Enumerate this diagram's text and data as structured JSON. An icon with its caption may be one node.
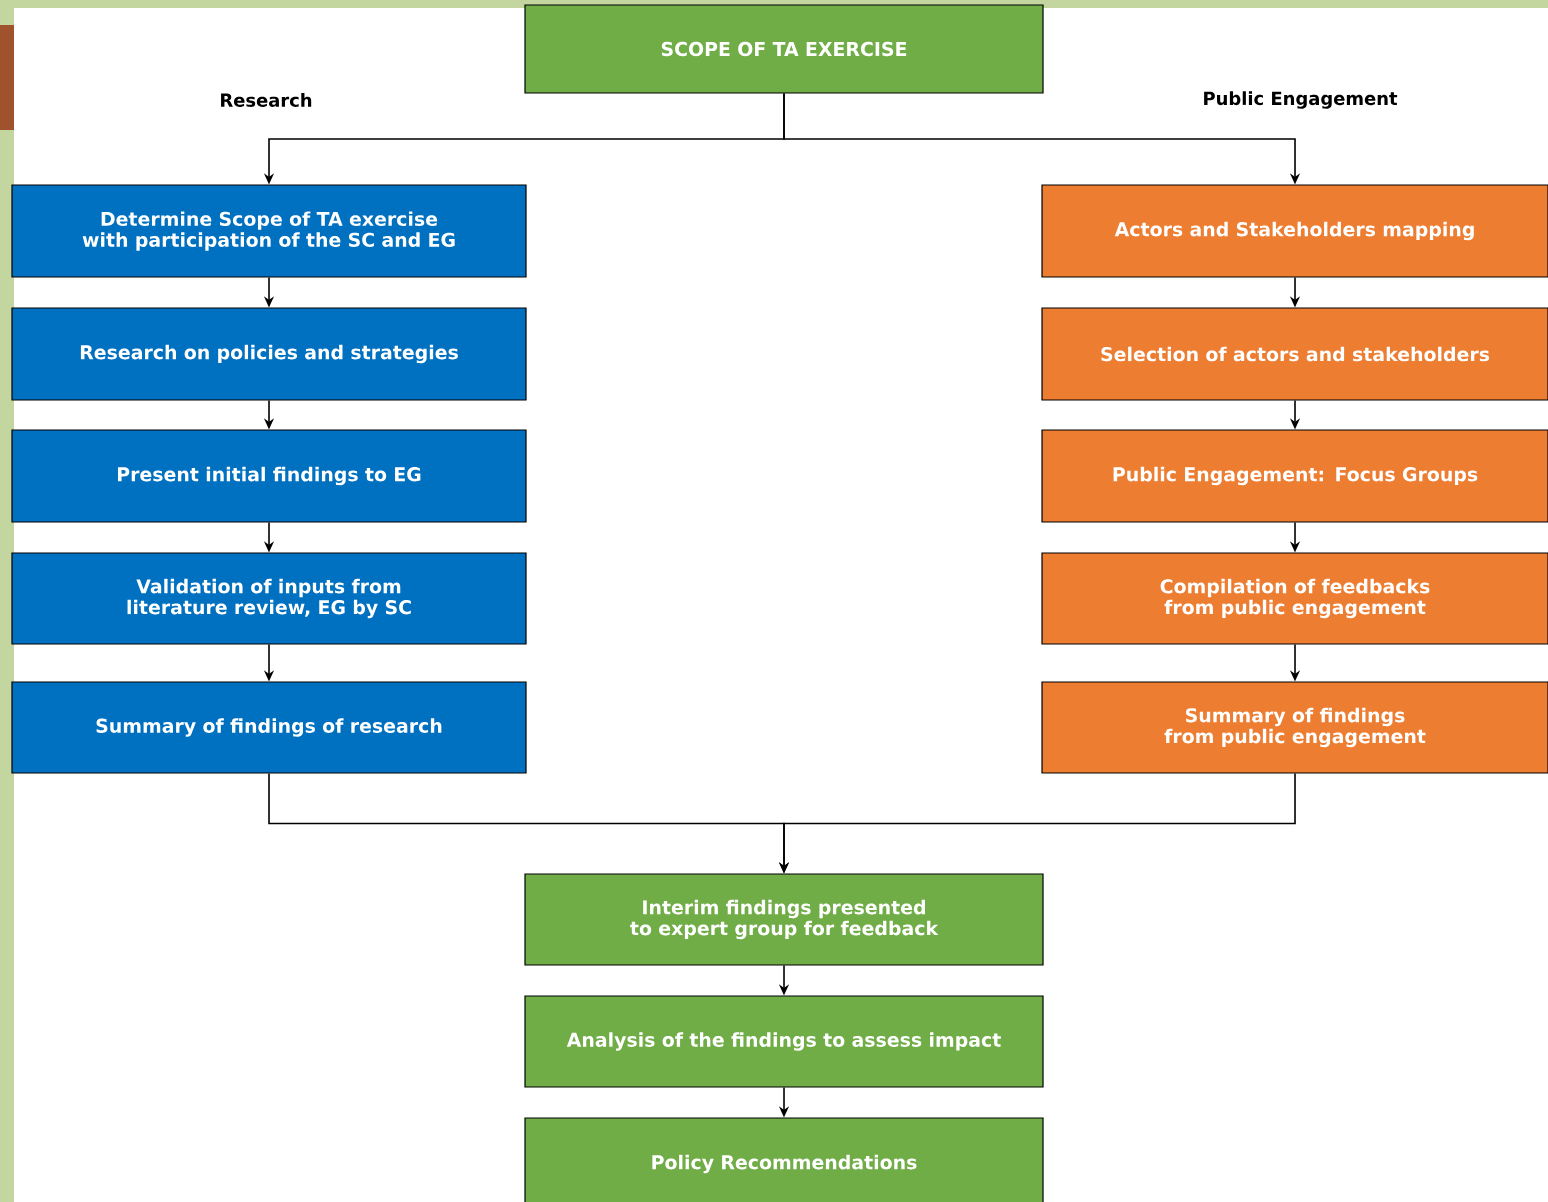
{
  "diagram": {
    "nodes": [
      {
        "text": [
          "SCOPE OF TA EXERCISE"
        ]
      },
      {
        "text": [
          "Determine Scope of TA exercise with participation of the SC and EG"
        ]
      },
      {
        "text": [
          "Research on policies and strategies"
        ]
      },
      {
        "text": [
          "Present initial findings to EG"
        ]
      },
      {
        "text": [
          "Validation of inputs from literature review, EG by SC"
        ]
      },
      {
        "text": [
          "Summary of findings of research"
        ]
      },
      {
        "text": [
          "Actors and Stakeholders mapping"
        ]
      },
      {
        "text": [
          "Selection of actors and stakeholders"
        ]
      },
      {
        "text": [
          "Public Engagement: Focus Groups"
        ]
      },
      {
        "text": [
          "Compilation of feedbacks from public engagement"
        ]
      },
      {
        "text": [
          "Summary of findings from public engagement"
        ]
      },
      {
        "text": [
          "Interim findings presented to expert group for feedback"
        ]
      },
      {
        "text": [
          "Analysis of the findings to assess impact"
        ]
      },
      {
        "text": [
          "Policy Recommendations"
        ]
      }
    ],
    "edges": [
      {
        "from": 0,
        "to": 1,
        "arrow": "to"
      },
      {
        "from": 0,
        "to": 6,
        "arrow": "to"
      },
      {
        "from": 1,
        "to": 2,
        "arrow": "to"
      },
      {
        "from": 2,
        "to": 3,
        "arrow": "to"
      },
      {
        "from": 3,
        "to": 4,
        "arrow": "to"
      },
      {
        "from": 4,
        "to": 5,
        "arrow": "to"
      },
      {
        "from": 6,
        "to": 7,
        "arrow": "to"
      },
      {
        "from": 7,
        "to": 8,
        "arrow": "to"
      },
      {
        "from": 8,
        "to": 9,
        "arrow": "to"
      },
      {
        "from": 9,
        "to": 10,
        "arrow": "to"
      },
      {
        "from": 5,
        "to": 11,
        "arrow": "to"
      },
      {
        "from": 10,
        "to": 11,
        "arrow": "to"
      },
      {
        "from": 11,
        "to": 12,
        "arrow": "to"
      },
      {
        "from": 12,
        "to": 13,
        "arrow": "to"
      }
    ],
    "labels": [
      "Research",
      "Public Engagement"
    ]
  }
}
